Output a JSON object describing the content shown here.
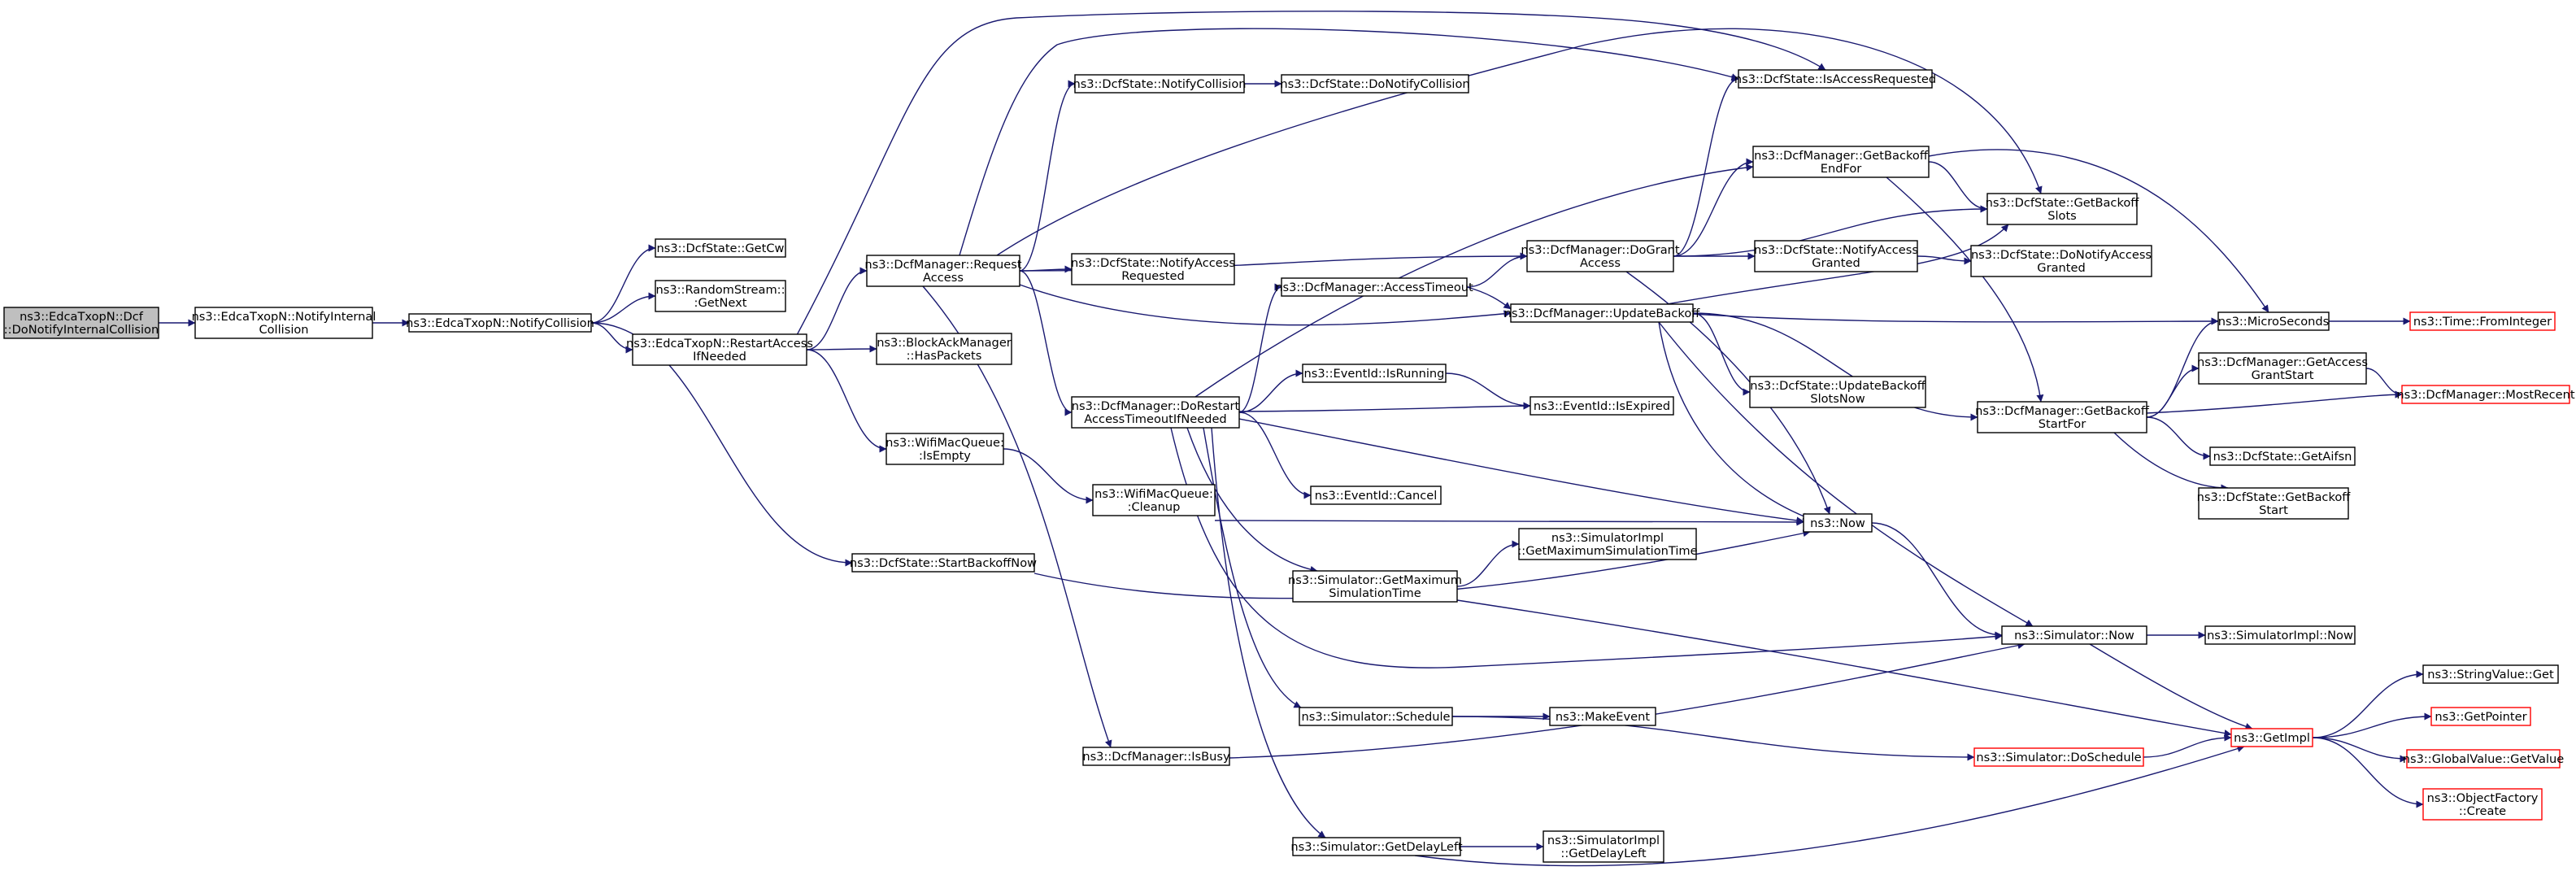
{
  "graph": {
    "edge_color": "#191970",
    "root_fill": "#bfbfbf",
    "truncated_border_color": "#ff0000",
    "nodes": [
      {
        "id": "root",
        "lines": [
          "ns3::EdcaTxopN::Dcf",
          "::DoNotifyInternalCollision"
        ],
        "root": true
      },
      {
        "id": "notifyInternalCollision",
        "lines": [
          "ns3::EdcaTxopN::NotifyInternal",
          "Collision"
        ]
      },
      {
        "id": "notifyCollisionEdca",
        "lines": [
          "ns3::EdcaTxopN::NotifyCollision"
        ]
      },
      {
        "id": "getCw",
        "lines": [
          "ns3::DcfState::GetCw"
        ]
      },
      {
        "id": "randomStreamGetNext",
        "lines": [
          "ns3::RandomStream::",
          ":GetNext"
        ]
      },
      {
        "id": "restartAccessIfNeeded",
        "lines": [
          "ns3::EdcaTxopN::RestartAccess",
          "IfNeeded"
        ]
      },
      {
        "id": "startBackoffNow",
        "lines": [
          "ns3::DcfState::StartBackoffNow"
        ]
      },
      {
        "id": "requestAccess",
        "lines": [
          "ns3::DcfManager::Request",
          "Access"
        ]
      },
      {
        "id": "hasPackets",
        "lines": [
          "ns3::BlockAckManager",
          "::HasPackets"
        ]
      },
      {
        "id": "wifiIsEmpty",
        "lines": [
          "ns3::WifiMacQueue:",
          ":IsEmpty"
        ]
      },
      {
        "id": "wifiCleanup",
        "lines": [
          "ns3::WifiMacQueue:",
          ":Cleanup"
        ]
      },
      {
        "id": "dcfNotifyCollision",
        "lines": [
          "ns3::DcfState::NotifyCollision"
        ]
      },
      {
        "id": "doNotifyCollision",
        "lines": [
          "ns3::DcfState::DoNotifyCollision"
        ]
      },
      {
        "id": "notifyAccessRequested",
        "lines": [
          "ns3::DcfState::NotifyAccess",
          "Requested"
        ]
      },
      {
        "id": "doRestartAccessTimeout",
        "lines": [
          "ns3::DcfManager::DoRestart",
          "AccessTimeoutIfNeeded"
        ]
      },
      {
        "id": "isBusy",
        "lines": [
          "ns3::DcfManager::IsBusy"
        ]
      },
      {
        "id": "accessTimeout",
        "lines": [
          "ns3::DcfManager::AccessTimeout"
        ]
      },
      {
        "id": "eventIsRunning",
        "lines": [
          "ns3::EventId::IsRunning"
        ]
      },
      {
        "id": "eventCancel",
        "lines": [
          "ns3::EventId::Cancel"
        ]
      },
      {
        "id": "simGetMaxTime",
        "lines": [
          "ns3::Simulator::GetMaximum",
          "SimulationTime"
        ]
      },
      {
        "id": "simSchedule",
        "lines": [
          "ns3::Simulator::Schedule"
        ]
      },
      {
        "id": "simGetDelayLeft",
        "lines": [
          "ns3::Simulator::GetDelayLeft"
        ]
      },
      {
        "id": "doGrantAccess",
        "lines": [
          "ns3::DcfManager::DoGrant",
          "Access"
        ]
      },
      {
        "id": "updateBackoff",
        "lines": [
          "ns3::DcfManager::UpdateBackoff"
        ]
      },
      {
        "id": "eventIsExpired",
        "lines": [
          "ns3::EventId::IsExpired"
        ]
      },
      {
        "id": "implGetMaxTime",
        "lines": [
          "ns3::SimulatorImpl",
          "::GetMaximumSimulationTime"
        ]
      },
      {
        "id": "makeEvent",
        "lines": [
          "ns3::MakeEvent"
        ]
      },
      {
        "id": "implGetDelayLeft",
        "lines": [
          "ns3::SimulatorImpl",
          "::GetDelayLeft"
        ]
      },
      {
        "id": "isAccessRequested",
        "lines": [
          "ns3::DcfState::IsAccessRequested"
        ]
      },
      {
        "id": "getBackoffEndFor",
        "lines": [
          "ns3::DcfManager::GetBackoff",
          "EndFor"
        ]
      },
      {
        "id": "notifyAccessGranted",
        "lines": [
          "ns3::DcfState::NotifyAccess",
          "Granted"
        ]
      },
      {
        "id": "updateBackoffSlotsNow",
        "lines": [
          "ns3::DcfState::UpdateBackoff",
          "SlotsNow"
        ]
      },
      {
        "id": "now",
        "lines": [
          "ns3::Now"
        ]
      },
      {
        "id": "getBackoffStartFor",
        "lines": [
          "ns3::DcfManager::GetBackoff",
          "StartFor"
        ]
      },
      {
        "id": "getBackoffSlots",
        "lines": [
          "ns3::DcfState::GetBackoff",
          "Slots"
        ]
      },
      {
        "id": "doNotifyAccessGranted",
        "lines": [
          "ns3::DcfState::DoNotifyAccess",
          "Granted"
        ]
      },
      {
        "id": "simNow",
        "lines": [
          "ns3::Simulator::Now"
        ]
      },
      {
        "id": "simDoSchedule",
        "lines": [
          "ns3::Simulator::DoSchedule"
        ],
        "truncated": true
      },
      {
        "id": "microSeconds",
        "lines": [
          "ns3::MicroSeconds"
        ]
      },
      {
        "id": "getAccessGrantStart",
        "lines": [
          "ns3::DcfManager::GetAccess",
          "GrantStart"
        ]
      },
      {
        "id": "getAifsn",
        "lines": [
          "ns3::DcfState::GetAifsn"
        ]
      },
      {
        "id": "getBackoffStart",
        "lines": [
          "ns3::DcfState::GetBackoff",
          "Start"
        ]
      },
      {
        "id": "implNow",
        "lines": [
          "ns3::SimulatorImpl::Now"
        ]
      },
      {
        "id": "getImpl",
        "lines": [
          "ns3::GetImpl"
        ],
        "truncated": true
      },
      {
        "id": "timeFromInteger",
        "lines": [
          "ns3::Time::FromInteger"
        ],
        "truncated": true
      },
      {
        "id": "mostRecent",
        "lines": [
          "ns3::DcfManager::MostRecent"
        ],
        "truncated": true
      },
      {
        "id": "stringValueGet",
        "lines": [
          "ns3::StringValue::Get"
        ]
      },
      {
        "id": "getPointer",
        "lines": [
          "ns3::GetPointer"
        ],
        "truncated": true
      },
      {
        "id": "globalValueGetValue",
        "lines": [
          "ns3::GlobalValue::GetValue"
        ],
        "truncated": true
      },
      {
        "id": "objectFactoryCreate",
        "lines": [
          "ns3::ObjectFactory",
          "::Create"
        ],
        "truncated": true
      }
    ],
    "edges": [
      [
        "root",
        "notifyInternalCollision"
      ],
      [
        "notifyInternalCollision",
        "notifyCollisionEdca"
      ],
      [
        "notifyCollisionEdca",
        "getCw"
      ],
      [
        "notifyCollisionEdca",
        "randomStreamGetNext"
      ],
      [
        "notifyCollisionEdca",
        "restartAccessIfNeeded"
      ],
      [
        "notifyCollisionEdca",
        "startBackoffNow"
      ],
      [
        "restartAccessIfNeeded",
        "requestAccess"
      ],
      [
        "restartAccessIfNeeded",
        "hasPackets"
      ],
      [
        "restartAccessIfNeeded",
        "wifiIsEmpty"
      ],
      [
        "restartAccessIfNeeded",
        "isAccessRequested"
      ],
      [
        "wifiIsEmpty",
        "wifiCleanup"
      ],
      [
        "wifiCleanup",
        "now"
      ],
      [
        "startBackoffNow",
        "now"
      ],
      [
        "requestAccess",
        "dcfNotifyCollision"
      ],
      [
        "requestAccess",
        "notifyAccessRequested"
      ],
      [
        "requestAccess",
        "isAccessRequested"
      ],
      [
        "requestAccess",
        "getBackoffSlots"
      ],
      [
        "requestAccess",
        "doGrantAccess"
      ],
      [
        "requestAccess",
        "updateBackoff"
      ],
      [
        "requestAccess",
        "doRestartAccessTimeout"
      ],
      [
        "requestAccess",
        "isBusy"
      ],
      [
        "dcfNotifyCollision",
        "doNotifyCollision"
      ],
      [
        "isBusy",
        "simNow"
      ],
      [
        "doRestartAccessTimeout",
        "getBackoffEndFor"
      ],
      [
        "doRestartAccessTimeout",
        "accessTimeout"
      ],
      [
        "doRestartAccessTimeout",
        "eventIsRunning"
      ],
      [
        "doRestartAccessTimeout",
        "eventIsExpired"
      ],
      [
        "doRestartAccessTimeout",
        "eventCancel"
      ],
      [
        "doRestartAccessTimeout",
        "now"
      ],
      [
        "doRestartAccessTimeout",
        "simGetMaxTime"
      ],
      [
        "doRestartAccessTimeout",
        "simNow"
      ],
      [
        "doRestartAccessTimeout",
        "simSchedule"
      ],
      [
        "doRestartAccessTimeout",
        "simGetDelayLeft"
      ],
      [
        "accessTimeout",
        "doGrantAccess"
      ],
      [
        "accessTimeout",
        "updateBackoff"
      ],
      [
        "eventIsRunning",
        "eventIsExpired"
      ],
      [
        "simGetMaxTime",
        "implGetMaxTime"
      ],
      [
        "simGetMaxTime",
        "getImpl"
      ],
      [
        "simSchedule",
        "makeEvent"
      ],
      [
        "simSchedule",
        "simDoSchedule"
      ],
      [
        "simGetDelayLeft",
        "implGetDelayLeft"
      ],
      [
        "simGetDelayLeft",
        "getImpl"
      ],
      [
        "doGrantAccess",
        "isAccessRequested"
      ],
      [
        "doGrantAccess",
        "getBackoffEndFor"
      ],
      [
        "doGrantAccess",
        "getBackoffSlots"
      ],
      [
        "doGrantAccess",
        "notifyAccessGranted"
      ],
      [
        "doGrantAccess",
        "now"
      ],
      [
        "notifyAccessGranted",
        "doNotifyAccessGranted"
      ],
      [
        "updateBackoff",
        "getBackoffSlots"
      ],
      [
        "updateBackoff",
        "microSeconds"
      ],
      [
        "updateBackoff",
        "updateBackoffSlotsNow"
      ],
      [
        "updateBackoff",
        "getBackoffStartFor"
      ],
      [
        "updateBackoff",
        "now"
      ],
      [
        "updateBackoff",
        "simNow"
      ],
      [
        "getBackoffEndFor",
        "getBackoffSlots"
      ],
      [
        "getBackoffEndFor",
        "microSeconds"
      ],
      [
        "getBackoffEndFor",
        "getBackoffStartFor"
      ],
      [
        "getBackoffStartFor",
        "microSeconds"
      ],
      [
        "getBackoffStartFor",
        "getAccessGrantStart"
      ],
      [
        "getBackoffStartFor",
        "mostRecent"
      ],
      [
        "getBackoffStartFor",
        "getAifsn"
      ],
      [
        "getBackoffStartFor",
        "getBackoffStart"
      ],
      [
        "getAccessGrantStart",
        "mostRecent"
      ],
      [
        "microSeconds",
        "timeFromInteger"
      ],
      [
        "now",
        "simNow"
      ],
      [
        "simNow",
        "implNow"
      ],
      [
        "simNow",
        "getImpl"
      ],
      [
        "simDoSchedule",
        "getImpl"
      ],
      [
        "getImpl",
        "stringValueGet"
      ],
      [
        "getImpl",
        "getPointer"
      ],
      [
        "getImpl",
        "globalValueGetValue"
      ],
      [
        "getImpl",
        "objectFactoryCreate"
      ]
    ]
  }
}
